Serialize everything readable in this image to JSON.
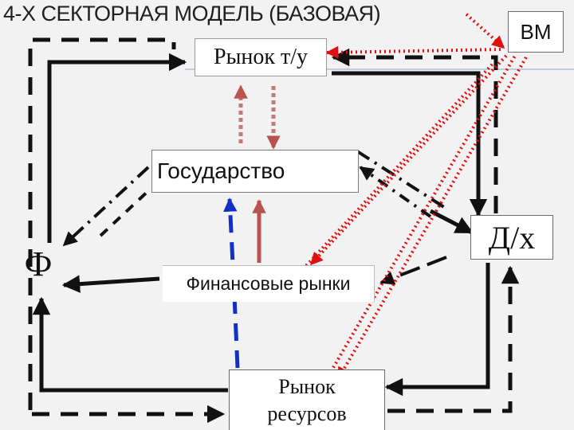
{
  "title": "4-Х СЕКТОРНАЯ МОДЕЛЬ (БАЗОВАЯ)",
  "nodes": {
    "vm": "ВМ",
    "goods_market": "Рынок т/у",
    "government": "Государство",
    "firms": "Ф",
    "households": "Д/х",
    "financial_markets": "Финансовые рынки",
    "resource_market": "Рынок ресурсов"
  },
  "colors": {
    "black": "#111111",
    "red_dotted": "#e01010",
    "brown": "#b85450",
    "blue": "#1030c8",
    "background": "#f2f2f2"
  }
}
